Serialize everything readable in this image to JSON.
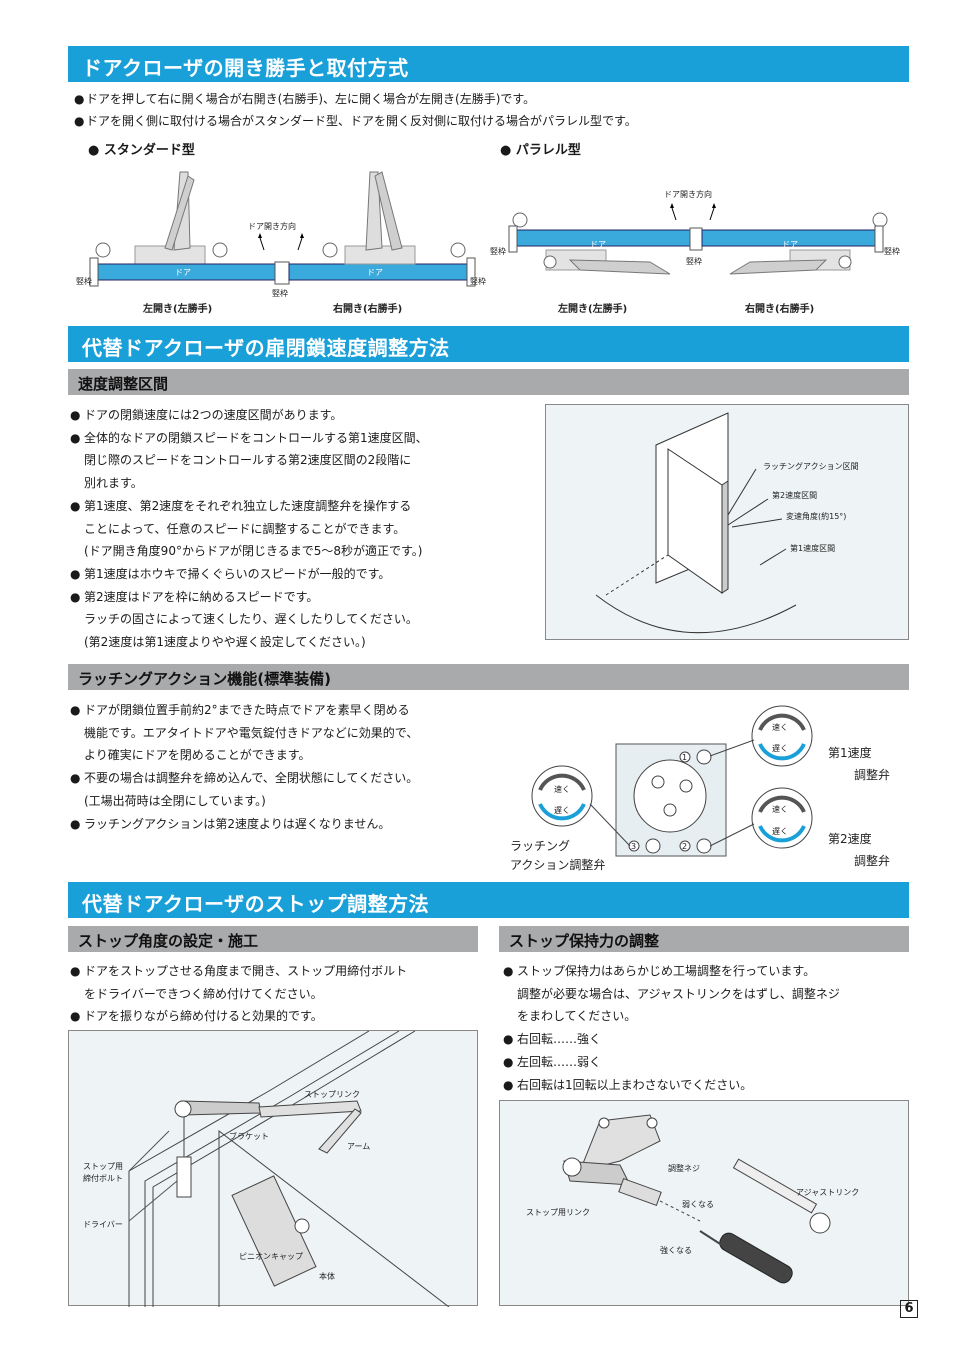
{
  "section1": {
    "title": "ドアクローザの開き勝手と取付方式",
    "bullets": [
      "ドアを押して右に開く場合が右開き(右勝手)、左に開く場合が左開き(左勝手)です。",
      "ドアを開く側に取付ける場合がスタンダード型、ドアを開く反対側に取付ける場合がパラレル型です。"
    ],
    "standard_label": "スタンダード型",
    "parallel_label": "パラレル型",
    "standard_diagram": {
      "door_label": "ドア",
      "frame_label": "竪枠",
      "direction_label": "ドア開き方向",
      "left_caption": "左開き(左勝手)",
      "right_caption": "右開き(右勝手)"
    },
    "parallel_diagram": {
      "door_label": "ドア",
      "frame_label": "竪枠",
      "direction_label": "ドア開き方向",
      "left_caption": "左開き(左勝手)",
      "right_caption": "右開き(右勝手)"
    }
  },
  "section2": {
    "title": "代替ドアクローザの扉閉鎖速度調整方法",
    "sub1": {
      "title": "速度調整区間",
      "lines": [
        {
          "bullet": true,
          "text": "ドアの閉鎖速度には2つの速度区間があります。"
        },
        {
          "bullet": true,
          "text": "全体的なドアの閉鎖スピードをコントロールする第1速度区間、"
        },
        {
          "bullet": false,
          "text": "閉じ際のスピードをコントロールする第2速度区間の2段階に"
        },
        {
          "bullet": false,
          "text": "別れます。"
        },
        {
          "bullet": true,
          "text": "第1速度、第2速度をそれぞれ独立した速度調整弁を操作する"
        },
        {
          "bullet": false,
          "text": "ことによって、任意のスピードに調整することができます。"
        },
        {
          "bullet": false,
          "text": "(ドア開き角度90°からドアが閉じきるまで5～8秒が適正です。)"
        },
        {
          "bullet": true,
          "text": "第1速度はホウキで掃くぐらいのスピードが一般的です。"
        },
        {
          "bullet": true,
          "text": "第2速度はドアを枠に納めるスピードです。"
        },
        {
          "bullet": false,
          "text": "ラッチの固さによって速くしたり、遅くしたりしてください。"
        },
        {
          "bullet": false,
          "text": "(第2速度は第1速度よりやや遅く設定してください。)"
        }
      ],
      "diagram": {
        "latching": "ラッチングアクション区間",
        "speed2": "第2速度区間",
        "angle": "変速角度(約15°)",
        "speed1": "第1速度区間"
      }
    },
    "sub2": {
      "title": "ラッチングアクション機能(標準装備)",
      "lines": [
        {
          "bullet": true,
          "text": "ドアが閉鎖位置手前約2°まできた時点でドアを素早く閉める"
        },
        {
          "bullet": false,
          "text": "機能です。エアタイトドアや電気錠付きドアなどに効果的で、"
        },
        {
          "bullet": false,
          "text": "より確実にドアを閉めることができます。"
        },
        {
          "bullet": true,
          "text": "不要の場合は調整弁を締め込んで、全閉状態にしてください。"
        },
        {
          "bullet": false,
          "text": "(工場出荷時は全閉にしています。)"
        },
        {
          "bullet": true,
          "text": "ラッチングアクションは第2速度よりは遅くなりません。"
        }
      ],
      "diagram": {
        "fast": "速く",
        "slow": "遅く",
        "valve1_a": "第1速度",
        "valve1_b": "調整弁",
        "valve2_a": "第2速度",
        "valve2_b": "調整弁",
        "latch_a": "ラッチング",
        "latch_b": "アクション調整弁",
        "num1": "1",
        "num2": "2",
        "num3": "3"
      }
    }
  },
  "section3": {
    "title": "代替ドアクローザのストップ調整方法",
    "left": {
      "title": "ストップ角度の設定・施工",
      "lines": [
        {
          "bullet": true,
          "text": "ドアをストップさせる角度まで開き、ストップ用締付ボルト"
        },
        {
          "bullet": false,
          "text": "をドライバーできつく締め付けてください。"
        },
        {
          "bullet": true,
          "text": "ドアを振りながら締め付けると効果的です。"
        }
      ],
      "diagram": {
        "stop_link": "ストップリンク",
        "bracket": "ブラケット",
        "arm": "アーム",
        "bolt_a": "ストップ用",
        "bolt_b": "締付ボルト",
        "driver": "ドライバー",
        "pinion": "ピニオンキャップ",
        "body": "本体"
      }
    },
    "right": {
      "title": "ストップ保持力の調整",
      "lines": [
        {
          "bullet": true,
          "text": "ストップ保持力はあらかじめ工場調整を行っています。"
        },
        {
          "bullet": false,
          "text": "調整が必要な場合は、アジャストリンクをはずし、調整ネジ"
        },
        {
          "bullet": false,
          "text": "をまわしてください。"
        },
        {
          "bullet": true,
          "text": "右回転……強く"
        },
        {
          "bullet": true,
          "text": "左回転……弱く"
        },
        {
          "bullet": true,
          "text": "右回転は1回転以上まわさないでください。"
        }
      ],
      "diagram": {
        "screw": "調整ネジ",
        "weaker": "弱くなる",
        "stronger": "強くなる",
        "stop_link": "ストップ用リンク",
        "adjust_link": "アジャストリンク"
      }
    }
  },
  "page_number": "6",
  "colors": {
    "accent": "#1aa0d8",
    "sub_bar": "#a9aaac",
    "door": "#3aa9dc",
    "panel": "#eef3f5"
  }
}
